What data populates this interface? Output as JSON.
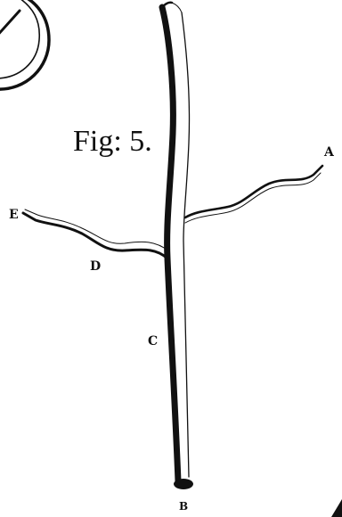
{
  "figure": {
    "title": "Fig: 5.",
    "labels": {
      "a": "A",
      "b": "B",
      "c": "C",
      "d": "D",
      "e": "E"
    }
  },
  "colors": {
    "ink": "#111111",
    "paper": "#ffffff"
  }
}
